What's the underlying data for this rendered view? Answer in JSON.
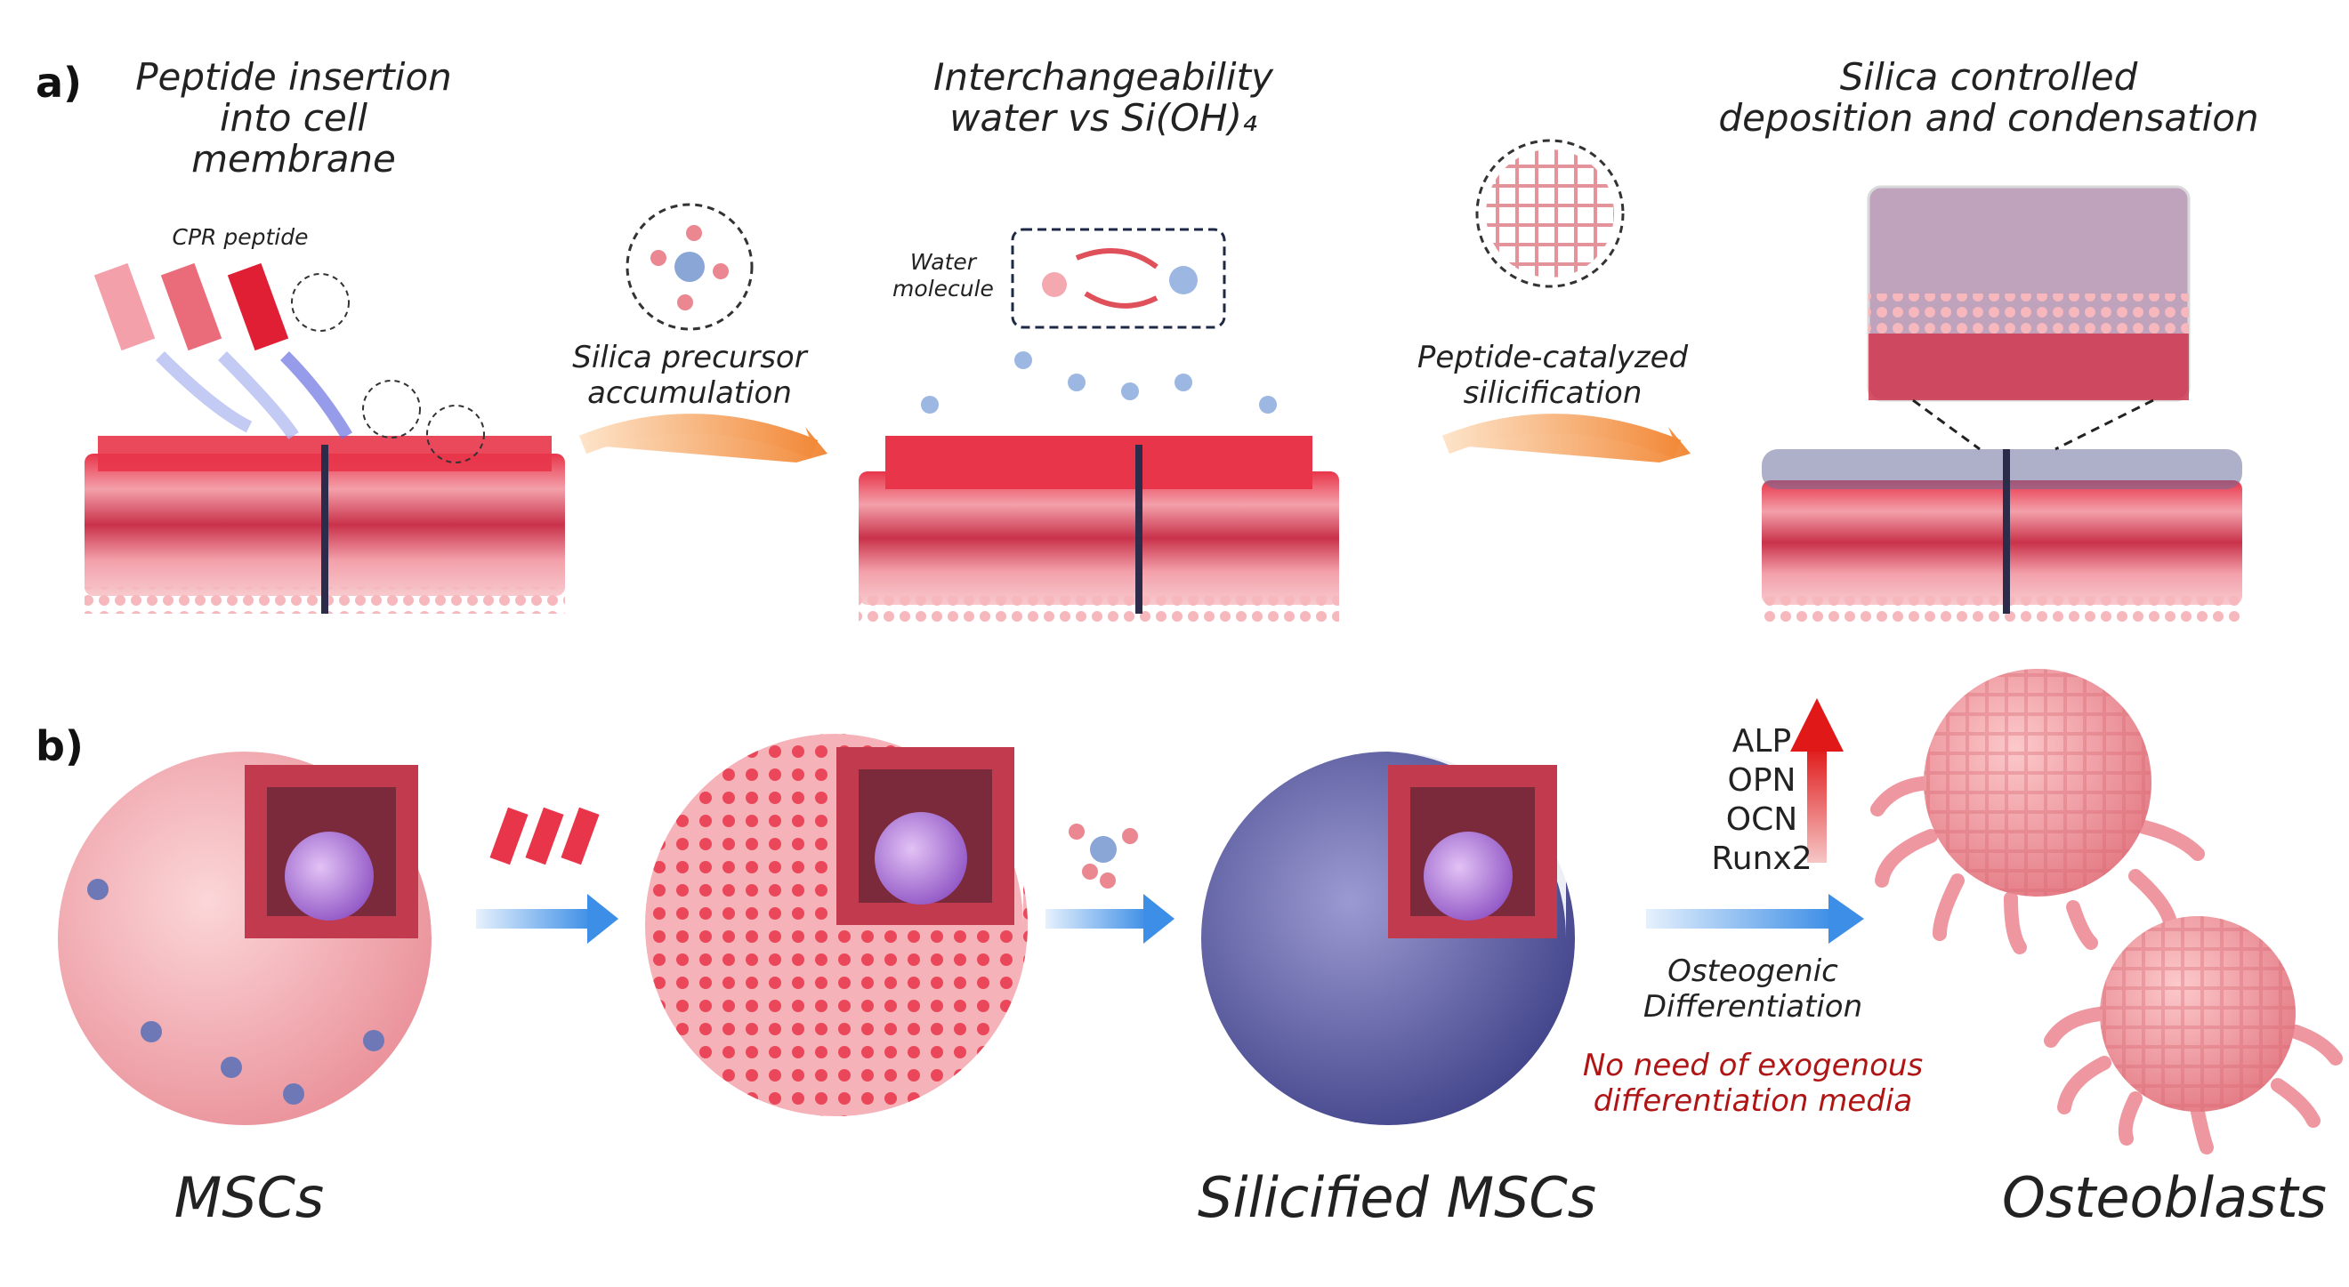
{
  "panel_a": {
    "letter": "a)",
    "step1_title": [
      "Peptide insertion",
      "into cell membrane"
    ],
    "step2_title": [
      "Interchangeability",
      "water vs Si(OH)₄"
    ],
    "step3_title": [
      "Silica controlled",
      "deposition and condensation"
    ],
    "cpr_label": "CPR peptide",
    "water_label": [
      "Water",
      "molecule"
    ],
    "arrow1_label": [
      "Silica precursor",
      "accumulation"
    ],
    "arrow2_label": [
      "Peptide-catalyzed",
      "silicification"
    ]
  },
  "panel_b": {
    "letter": "b)",
    "markers": [
      "ALP",
      "OPN",
      "OCN",
      "Runx2"
    ],
    "process_label": [
      "Osteogenic",
      "Differentiation"
    ],
    "note": [
      "No need of exogenous",
      "differentiation media"
    ],
    "cell1": "MSCs",
    "cell2": "Silicified MSCs",
    "cell3": "Osteoblasts"
  },
  "colors": {
    "membrane_red": "#e8354a",
    "lipid_pink": "#f4a9b0",
    "silica_blue": "#8aa6d6",
    "arrow_orange": "#f5a35c",
    "arrow_blue": "#5aa0ea",
    "note_red": "#b01515"
  }
}
